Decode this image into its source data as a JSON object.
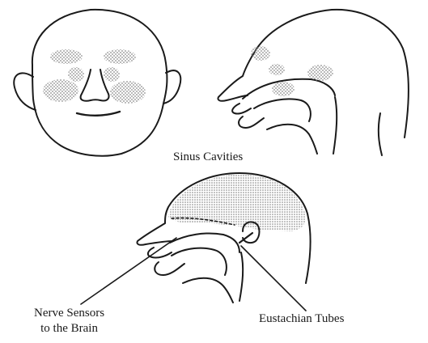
{
  "captions": {
    "sinus_cavities": "Sinus Cavities"
  },
  "labels": {
    "nerve_sensors_line1": "Nerve Sensors",
    "nerve_sensors_line2": "to the Brain",
    "eustachian_tubes": "Eustachian Tubes"
  },
  "colors": {
    "ink": "#1a1a1a",
    "stipple": "#8a8a8a",
    "background": "#ffffff"
  }
}
